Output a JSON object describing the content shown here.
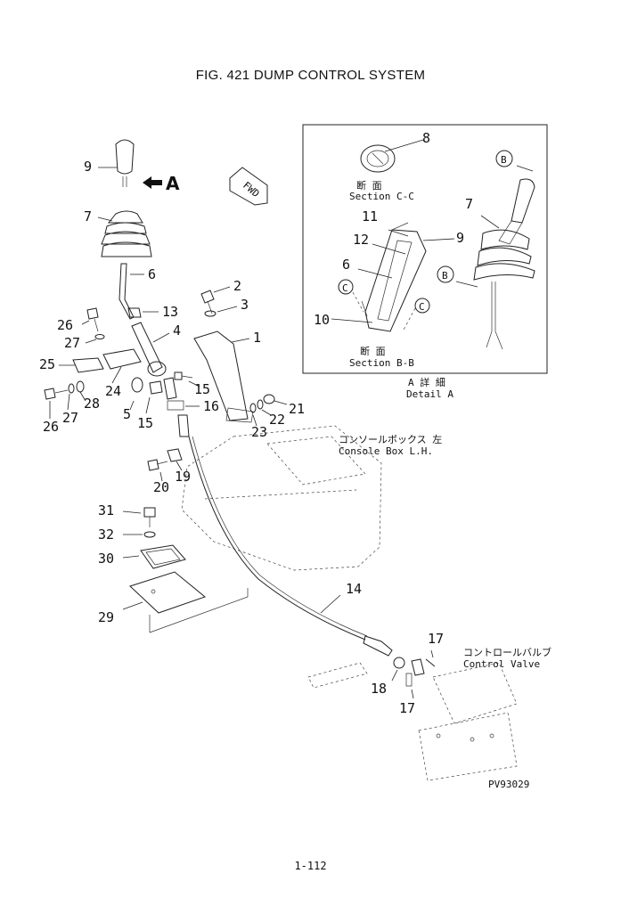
{
  "title": "FIG. 421 DUMP CONTROL SYSTEM",
  "page_number": "1-112",
  "drawing_code": "PV93029",
  "fwd_label": "FWD",
  "arrow_label": "A",
  "detail_box": {
    "section_cc_jp": "断 面",
    "section_cc": "Section C-C",
    "section_bb_jp": "断 面",
    "section_bb": "Section B-B",
    "detail_jp": "A 詳 細",
    "detail": "Detail A",
    "callout_b": "B",
    "callout_c": "C"
  },
  "console_jp": "コンソールボックス 左",
  "console": "Console Box L.H.",
  "valve_jp": "コントロールバルブ",
  "valve": "Control Valve",
  "part_numbers": {
    "p1": "1",
    "p2": "2",
    "p3": "3",
    "p4": "4",
    "p5": "5",
    "p6": "6",
    "p7": "7",
    "p8": "8",
    "p9": "9",
    "p10": "10",
    "p11": "11",
    "p12": "12",
    "p13": "13",
    "p14": "14",
    "p15": "15",
    "p16": "16",
    "p17": "17",
    "p18": "18",
    "p19": "19",
    "p20": "20",
    "p21": "21",
    "p22": "22",
    "p23": "23",
    "p24": "24",
    "p25": "25",
    "p26": "26",
    "p27": "27",
    "p28": "28",
    "p29": "29",
    "p30": "30",
    "p31": "31",
    "p32": "32"
  }
}
